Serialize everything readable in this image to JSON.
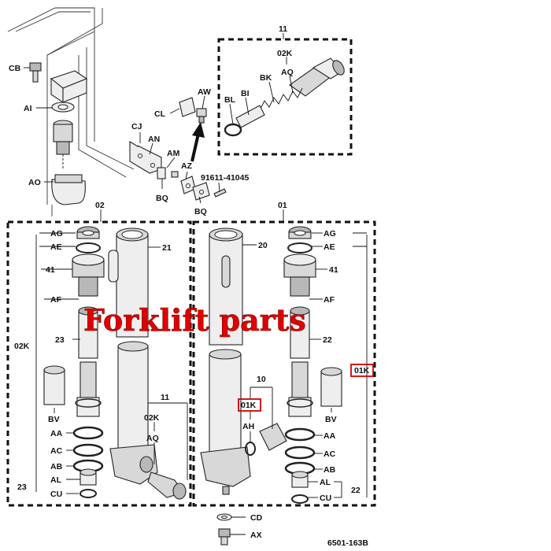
{
  "watermark": "Forklift  parts",
  "drawing_number": "6501-163B",
  "part_number": "91611-41045",
  "assemblies": {
    "a01": "01",
    "a02": "02",
    "a10": "10",
    "a11_top": "11",
    "a11_low": "11"
  },
  "top_labels": {
    "cb": "CB",
    "ai": "AI",
    "ao": "AO",
    "cj": "CJ",
    "an": "AN",
    "am": "AM",
    "az": "AZ",
    "bq1": "BQ",
    "bq2": "BQ",
    "cl": "CL",
    "aw": "AW"
  },
  "kit11_labels": {
    "kit": "02K",
    "bl": "BL",
    "bi": "BI",
    "bk": "BK",
    "aq": "AQ"
  },
  "left_labels": {
    "ag": "AG",
    "ae": "AE",
    "p41": "41",
    "af": "AF",
    "kit": "02K",
    "p23": "23",
    "bv": "BV",
    "aa": "AA",
    "ac": "AC",
    "ab": "AB",
    "al": "AL",
    "p23b": "23",
    "cu": "CU",
    "p21": "21",
    "kit2": "02K",
    "aq": "AQ"
  },
  "right_labels": {
    "ag": "AG",
    "ae": "AE",
    "p41": "41",
    "af": "AF",
    "kit": "01K",
    "p22": "22",
    "bv": "BV",
    "aa": "AA",
    "ac": "AC",
    "ab": "AB",
    "al": "AL",
    "p22b": "22",
    "cu": "CU",
    "p20": "20",
    "kit_mid": "01K",
    "ah": "AH"
  },
  "bottom_labels": {
    "cd": "CD",
    "ax": "AX"
  }
}
